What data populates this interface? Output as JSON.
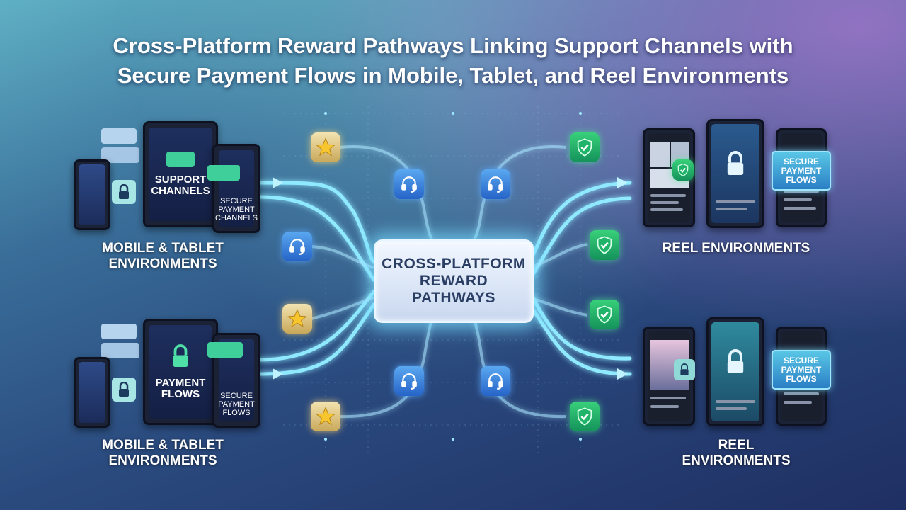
{
  "title": {
    "line1": "Cross-Platform Reward Pathways Linking Support Channels with",
    "line2": "Secure Payment Flows in Mobile, Tablet, and Reel Environments"
  },
  "hub": {
    "line1": "CROSS-PLATFORM",
    "line2": "REWARD",
    "line3": "PATHWAYS"
  },
  "left_top": {
    "tablet_line1": "SUPPORT",
    "tablet_line2": "CHANNELS",
    "phone_line1": "SECURE",
    "phone_line2": "PAYMENT",
    "phone_line3": "CHANNELS",
    "env_line1": "MOBILE & TABLET",
    "env_line2": "ENVIRONMENTS"
  },
  "left_bottom": {
    "tablet_line1": "PAYMENT",
    "tablet_line2": "FLOWS",
    "phone_line1": "SECURE",
    "phone_line2": "PAYMENT",
    "phone_line3": "FLOWS",
    "env_line1": "MOBILE & TABLET",
    "env_line2": "ENVIRONMENTS"
  },
  "right_top": {
    "card_line1": "SECURE",
    "card_line2": "PAYMENT",
    "card_line3": "FLOWS",
    "env_line1": "REEL ENVIRONMENTS"
  },
  "right_bottom": {
    "card_line1": "SECURE",
    "card_line2": "PAYMENT",
    "card_line3": "FLOWS",
    "env_line1": "REEL",
    "env_line2": "ENVIRONMENTS"
  },
  "icons": {
    "reward": "star-icon",
    "support": "headset-icon",
    "security": "shield-check-icon",
    "lock": "lock-icon",
    "chat": "chat-bubble-icon"
  },
  "colors": {
    "glow": "#7fe6ff",
    "star": "#f2c94c",
    "support": "#3b82e6",
    "shield": "#22b86a",
    "hub_text": "#2a3d63"
  }
}
